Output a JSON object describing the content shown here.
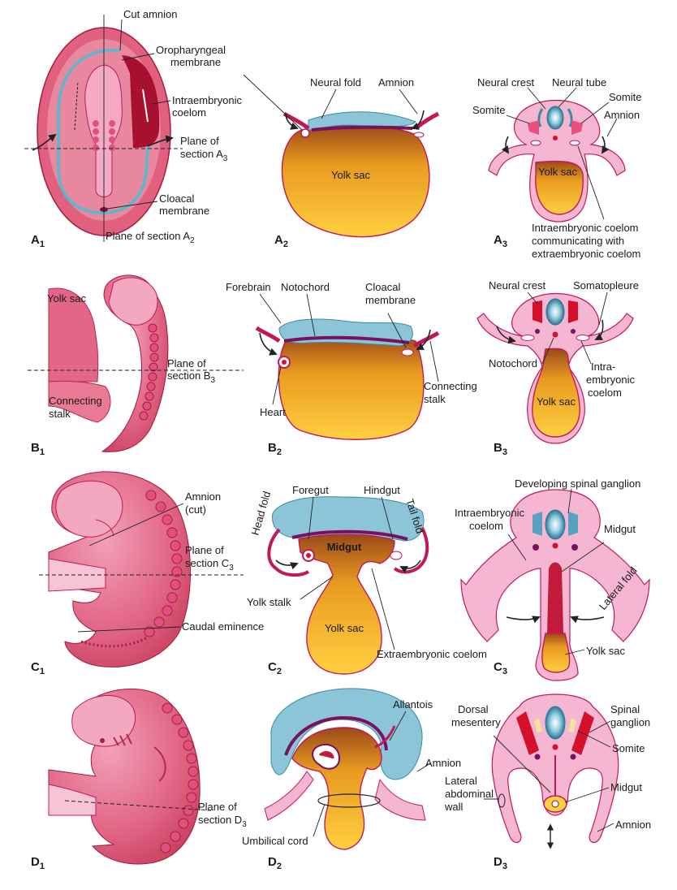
{
  "figure": {
    "panels": [
      {
        "letter": "A",
        "sub": "1"
      },
      {
        "letter": "A",
        "sub": "2"
      },
      {
        "letter": "A",
        "sub": "3"
      },
      {
        "letter": "B",
        "sub": "1"
      },
      {
        "letter": "B",
        "sub": "2"
      },
      {
        "letter": "B",
        "sub": "3"
      },
      {
        "letter": "C",
        "sub": "1"
      },
      {
        "letter": "C",
        "sub": "2"
      },
      {
        "letter": "C",
        "sub": "3"
      },
      {
        "letter": "D",
        "sub": "1"
      },
      {
        "letter": "D",
        "sub": "2"
      },
      {
        "letter": "D",
        "sub": "3"
      }
    ],
    "labels": {
      "a1_cut_amnion": "Cut amnion",
      "a1_oro_1": "Oropharyngeal",
      "a1_oro_2": "membrane",
      "a1_intra_1": "Intraembryonic",
      "a1_intra_2": "coelom",
      "a1_plane_1": "Plane of",
      "a1_plane_2": "section A",
      "a1_plane_2_sub": "3",
      "a1_cloacal_1": "Cloacal",
      "a1_cloacal_2": "membrane",
      "a1_plane_a2": "Plane of section A",
      "a1_plane_a2_sub": "2",
      "a2_neural_fold": "Neural fold",
      "a2_amnion": "Amnion",
      "a2_yolk_sac": "Yolk sac",
      "a3_neural_crest": "Neural crest",
      "a3_neural_tube": "Neural tube",
      "a3_somite_l": "Somite",
      "a3_somite_r": "Somite",
      "a3_amnion": "Amnion",
      "a3_yolk_sac": "Yolk sac",
      "a3_coelom_1": "Intraembryonic coelom",
      "a3_coelom_2": "communicating with",
      "a3_coelom_3": "extraembryonic coelom",
      "b1_yolk_sac": "Yolk sac",
      "b1_plane_1": "Plane of",
      "b1_plane_2": "section B",
      "b1_plane_2_sub": "3",
      "b1_stalk_1": "Connecting",
      "b1_stalk_2": "stalk",
      "b2_forebrain": "Forebrain",
      "b2_notochord": "Notochord",
      "b2_cloacal_1": "Cloacal",
      "b2_cloacal_2": "membrane",
      "b2_heart": "Heart",
      "b2_stalk_1": "Connecting",
      "b2_stalk_2": "stalk",
      "b3_neural_crest": "Neural crest",
      "b3_somatopleure": "Somatopleure",
      "b3_notochord": "Notochord",
      "b3_intra_1": "Intra-",
      "b3_intra_2": "embryonic",
      "b3_intra_3": "coelom",
      "b3_yolk_sac": "Yolk sac",
      "c1_amnion_1": "Amnion",
      "c1_amnion_2": "(cut)",
      "c1_plane_1": "Plane of",
      "c1_plane_2": "section C",
      "c1_plane_2_sub": "3",
      "c1_caudal": "Caudal eminence",
      "c2_head_fold": "Head fold",
      "c2_foregut": "Foregut",
      "c2_hindgut": "Hindgut",
      "c2_tail_fold": "Tail fold",
      "c2_midgut": "Midgut",
      "c2_yolk_stalk": "Yolk stalk",
      "c2_yolk_sac": "Yolk sac",
      "c2_extra_coelom": "Extraembryonic coelom",
      "c3_spinal_ganglion": "Developing spinal ganglion",
      "c3_intra_1": "Intraembryonic",
      "c3_intra_2": "coelom",
      "c3_midgut": "Midgut",
      "c3_lateral_fold": "Lateral fold",
      "c3_yolk_sac": "Yolk sac",
      "d1_plane_1": "Plane of",
      "d1_plane_2": "section D",
      "d1_plane_2_sub": "3",
      "d2_allantois": "Allantois",
      "d2_amnion": "Amnion",
      "d2_umbilical": "Umbilical cord",
      "d3_dorsal_1": "Dorsal",
      "d3_dorsal_2": "mesentery",
      "d3_spinal_1": "Spinal",
      "d3_spinal_2": "ganglion",
      "d3_somite": "Somite",
      "d3_midgut": "Midgut",
      "d3_lateral_1": "Lateral",
      "d3_lateral_2": "abdominal",
      "d3_lateral_3": "wall",
      "d3_amnion": "Amnion"
    }
  }
}
